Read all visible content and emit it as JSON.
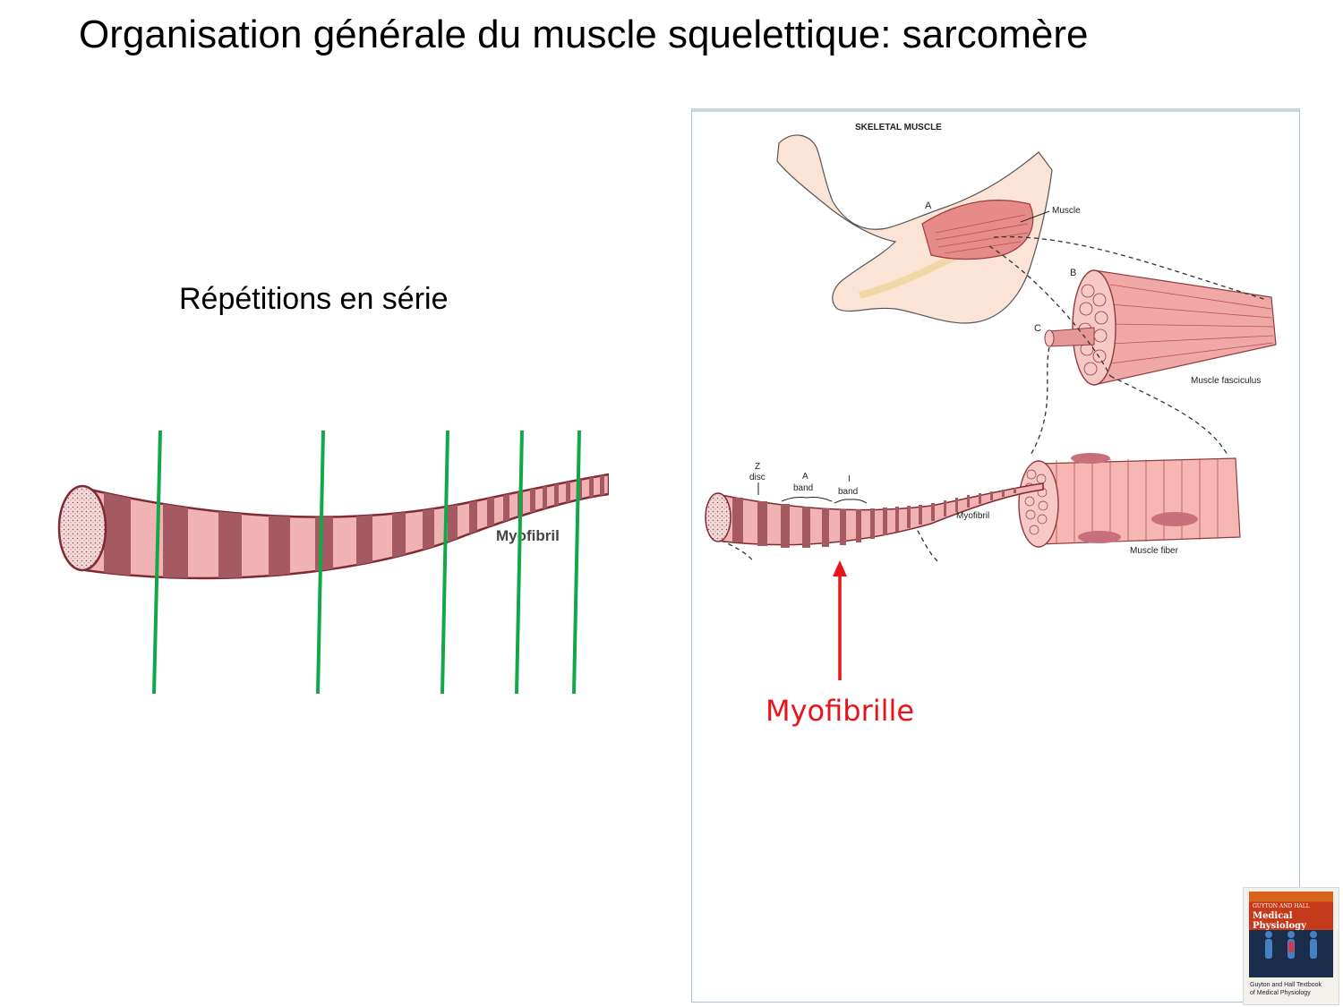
{
  "slide": {
    "title": "Organisation générale du muscle squelettique: sarcomère",
    "subtitle": "Répétitions en série"
  },
  "left_figure": {
    "myofibril_label": "Myofibril",
    "marker_color": "#12a84a"
  },
  "right_figure": {
    "heading": "SKELETAL MUSCLE",
    "labels": {
      "a": "A",
      "b": "B",
      "c": "C",
      "muscle": "Muscle",
      "muscle_fasciculus": "Muscle fasciculus",
      "z_disc_line1": "Z",
      "z_disc_line2": "disc",
      "a_band_line1": "A",
      "a_band_line2": "band",
      "i_band_line1": "I",
      "i_band_line2": "band",
      "myofibril": "Myofibril",
      "muscle_fiber": "Muscle fiber"
    },
    "callout": "Myofibrille",
    "callout_color": "#e8141b"
  },
  "book": {
    "cover_line1": "GUYTON AND HALL",
    "cover_line2": "Medical Physiology",
    "caption_line1": "Guyton and Hall Textbook",
    "caption_line2": "of Medical Physiology"
  },
  "colors": {
    "band_dark": "#a55a62",
    "band_light": "#f0b3b1",
    "outline": "#7e2a34"
  }
}
